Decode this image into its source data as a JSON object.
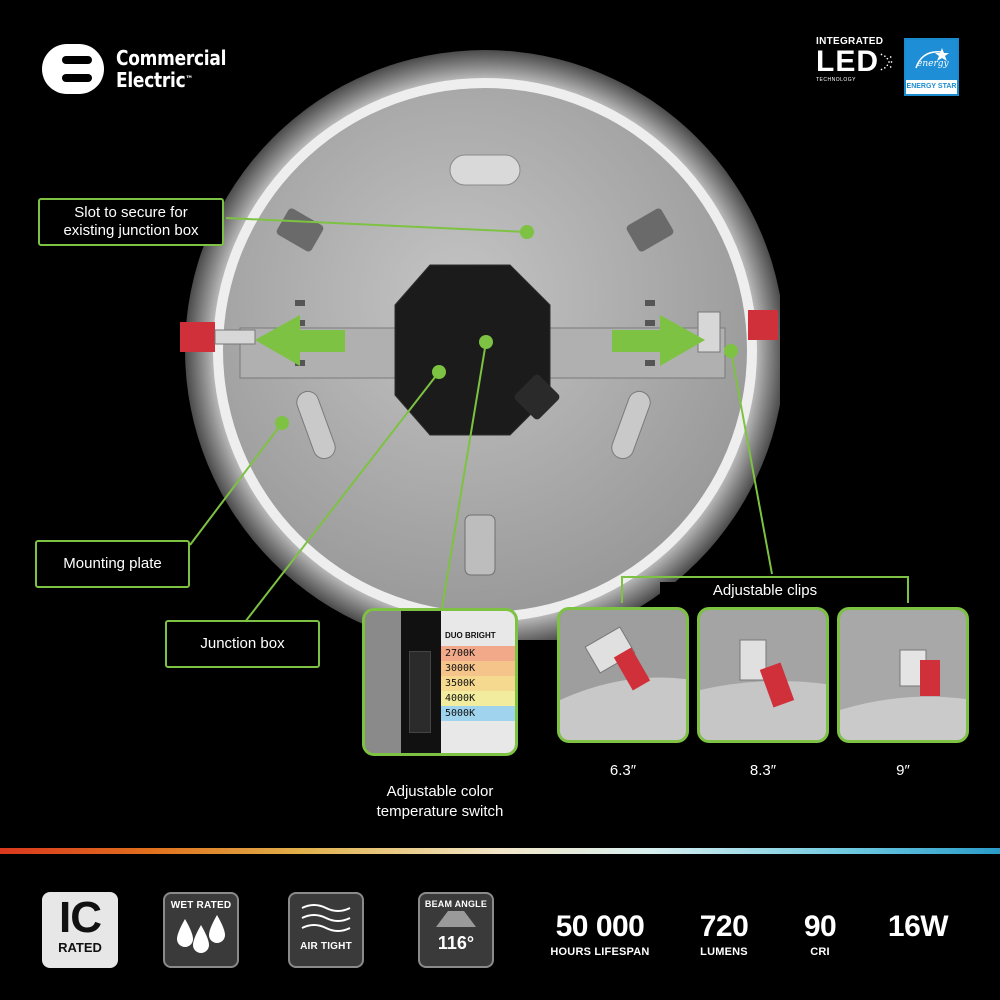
{
  "brand": {
    "name_line1": "Commercial",
    "name_line2": "Electric",
    "trademark": "™"
  },
  "badges": {
    "led_top": "INTEGRATED",
    "led_main": "LED",
    "led_sub": "TECHNOLOGY",
    "energy_star_script": "energy",
    "energy_star_label": "ENERGY STAR"
  },
  "callouts": {
    "slot_line1": "Slot to secure for",
    "slot_line2": "existing junction box",
    "mounting_plate": "Mounting plate",
    "junction_box": "Junction box",
    "adjustable_clips": "Adjustable clips"
  },
  "switch": {
    "title": "DUO BRIGHT",
    "options": [
      "2700K",
      "3000K",
      "3500K",
      "4000K",
      "5000K"
    ],
    "option_colors": [
      "#f1a98a",
      "#f4c48a",
      "#f5d98e",
      "#f2ec9e",
      "#9fd3ee"
    ],
    "caption_line1": "Adjustable color",
    "caption_line2": "temperature switch"
  },
  "clip_sizes": [
    "6.3″",
    "8.3″",
    "9″"
  ],
  "features": {
    "ic_big": "IC",
    "ic_small": "RATED",
    "wet_rated": "WET RATED",
    "air_tight": "AIR TIGHT",
    "beam_angle_label": "BEAM ANGLE",
    "beam_angle_value": "116°"
  },
  "stats": [
    {
      "value": "50 000",
      "label": "HOURS LIFESPAN"
    },
    {
      "value": "720",
      "label": "LUMENS"
    },
    {
      "value": "90",
      "label": "CRI"
    },
    {
      "value": "16W",
      "label": ""
    }
  ],
  "colors": {
    "accent_green": "#7dc242",
    "clip_red": "#d0303a"
  }
}
